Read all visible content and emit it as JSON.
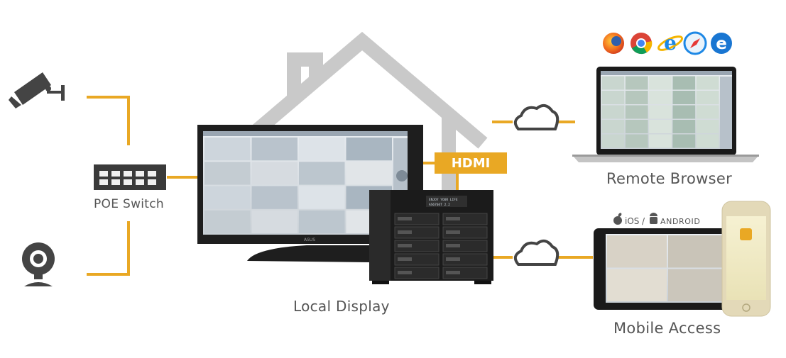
{
  "diagram": {
    "labels": {
      "poe_switch": "POE Switch",
      "local_display": "Local Display",
      "remote_browser": "Remote Browser",
      "mobile_access": "Mobile Access",
      "hdmi": "HDMI",
      "ios": "iOS",
      "os_separator": "/",
      "android": "ANDROID",
      "monitor_brand": "ASUS"
    },
    "nas_lcd_line1": "ENJOY YOUR LIFE",
    "nas_lcd_line2": "AS6704T 2.2",
    "colors": {
      "connector": "#E9A824",
      "house": "#C9C9C9",
      "device_dark": "#1E1E1E",
      "label_text": "#555555"
    },
    "icons": [
      "security-camera-icon",
      "webcam-icon",
      "cloud-icon",
      "firefox-icon",
      "chrome-icon",
      "internet-explorer-icon",
      "safari-icon",
      "edge-icon",
      "apple-icon",
      "android-icon"
    ]
  }
}
